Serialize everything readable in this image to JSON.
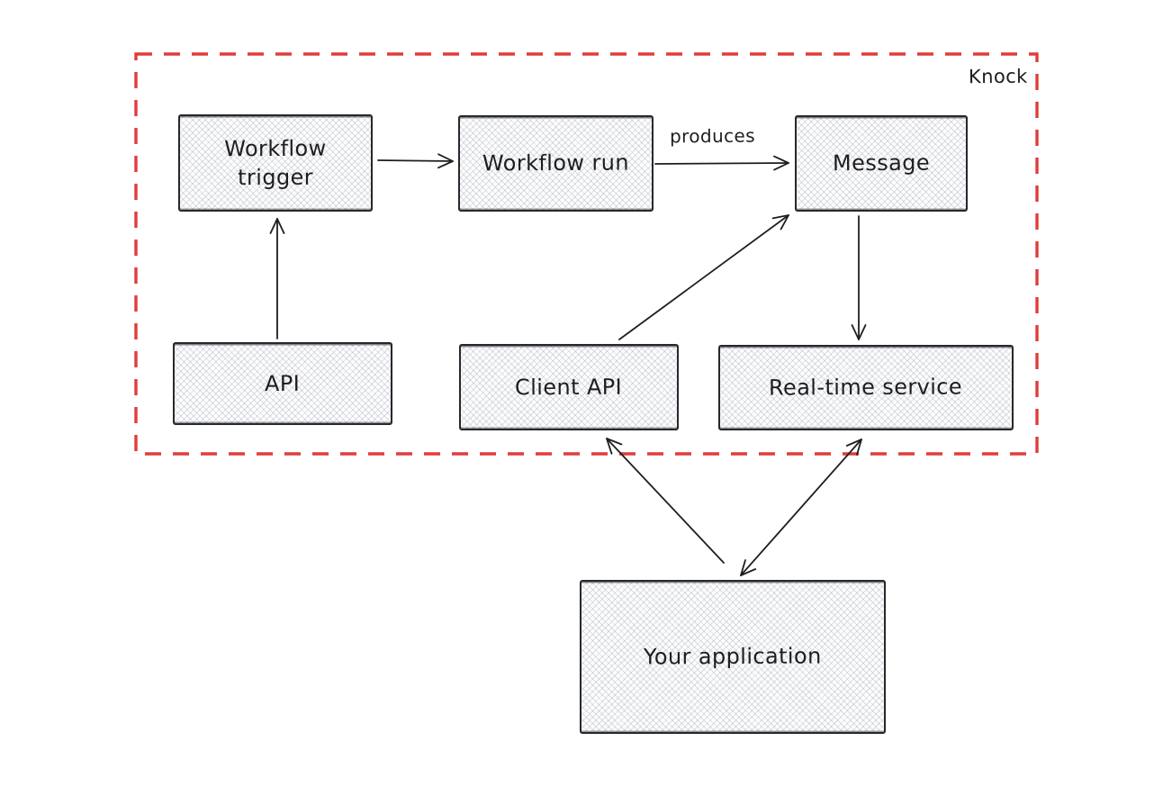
{
  "diagram": {
    "boundary_label": "Knock",
    "nodes": {
      "workflow_trigger": {
        "label": "Workflow trigger"
      },
      "workflow_run": {
        "label": "Workflow run"
      },
      "message": {
        "label": "Message"
      },
      "api": {
        "label": "API"
      },
      "client_api": {
        "label": "Client API"
      },
      "realtime_service": {
        "label": "Real-time service"
      },
      "your_application": {
        "label": "Your application"
      }
    },
    "edges": [
      {
        "from": "workflow_trigger",
        "to": "workflow_run",
        "label": "",
        "direction": "one-way"
      },
      {
        "from": "workflow_run",
        "to": "message",
        "label": "produces",
        "direction": "one-way"
      },
      {
        "from": "api",
        "to": "workflow_trigger",
        "label": "",
        "direction": "one-way"
      },
      {
        "from": "client_api",
        "to": "message",
        "label": "",
        "direction": "one-way"
      },
      {
        "from": "message",
        "to": "realtime_service",
        "label": "",
        "direction": "one-way"
      },
      {
        "from": "your_application",
        "to": "client_api",
        "label": "",
        "direction": "one-way"
      },
      {
        "from": "your_application",
        "to": "realtime_service",
        "label": "",
        "direction": "two-way"
      }
    ],
    "colors": {
      "boundary_red": "#e03c3c",
      "node_stroke": "#27282b",
      "text": "#1e1e1e",
      "hatch": "#bcc3cf",
      "background": "#ffffff"
    }
  }
}
